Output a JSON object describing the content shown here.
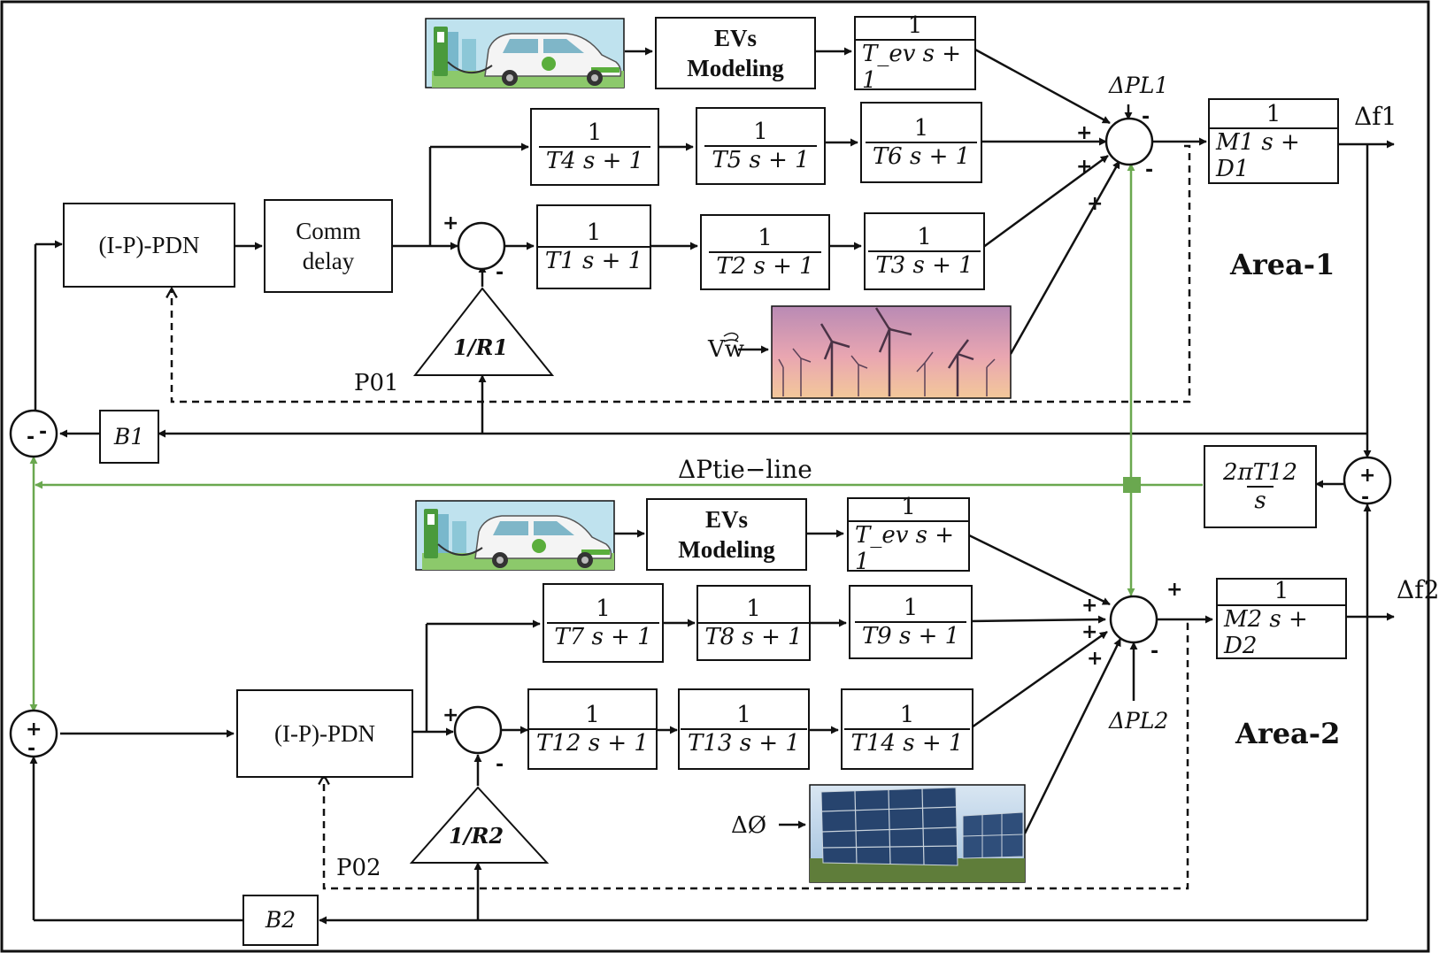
{
  "blocks": {
    "ev1_model": "EVs Modeling",
    "ev2_model": "EVs Modeling",
    "ctrl1": "(I-P)-PDN",
    "ctrl2": "(I-P)-PDN",
    "comm": "Comm delay",
    "B1": "B1",
    "B2": "B2"
  },
  "tf": {
    "num": "1",
    "tev1": "T_ev s + 1",
    "t4": "T4 s + 1",
    "t5": "T5 s + 1",
    "t6": "T6 s + 1",
    "t1": "T1 s + 1",
    "t2": "T2 s + 1",
    "t3": "T3 s + 1",
    "m1": "M1 s + D1",
    "tev2": "T_ev s + 1",
    "t7": "T7 s + 1",
    "t8": "T8 s + 1",
    "t9": "T9 s + 1",
    "t12": "T12 s + 1",
    "t13": "T13 s + 1",
    "t14": "T14 s + 1",
    "m2": "M2 s + D2",
    "tie_num": "2πT12",
    "tie_den": "s"
  },
  "gains": {
    "r1": "1/R1",
    "r2": "1/R2"
  },
  "labels": {
    "area1": "Area-1",
    "area2": "Area-2",
    "df1": "Δf1",
    "df2": "Δf2",
    "dpl1": "ΔPL1",
    "dpl2": "ΔPL2",
    "p01": "P01",
    "p02": "P02",
    "vw": "Vw",
    "dphi": "ΔØ",
    "tieline": "ΔPtie−line"
  },
  "colors": {
    "tie_line": "#6aa84f",
    "line": "#111111"
  },
  "icons": [
    "ev-charging-icon",
    "wind-farm-icon",
    "solar-panel-icon"
  ]
}
